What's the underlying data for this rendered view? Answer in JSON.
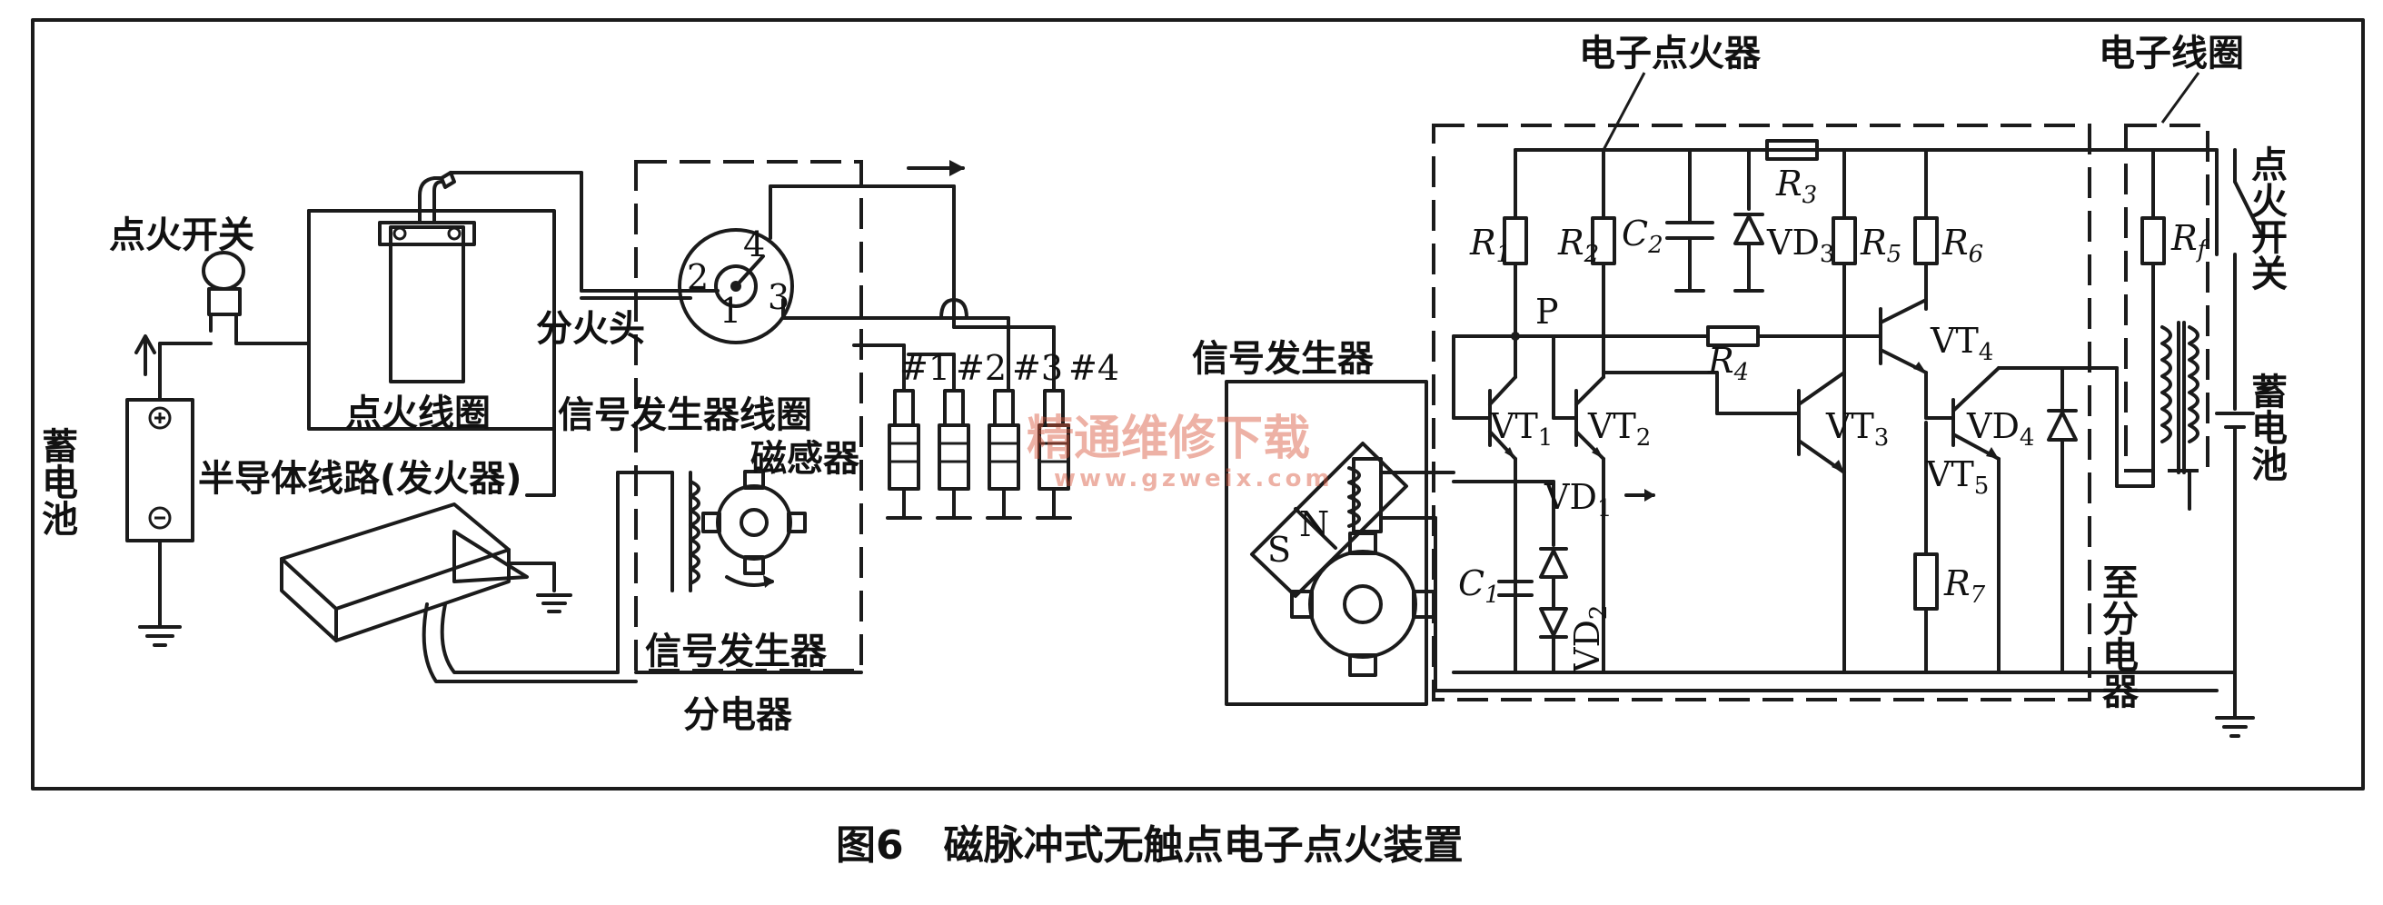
{
  "figure": {
    "caption": "图6　磁脉冲式无触点电子点火装置"
  },
  "left_system": {
    "ignition_switch": "点火开关",
    "ignition_coil": "点火线圈",
    "distributor_cap": "分火头",
    "cap_numbers": [
      "1",
      "2",
      "3",
      "4"
    ],
    "battery": "蓄电池",
    "semiconductor_circuit": "半导体线路(发火器)",
    "signal_coil": "信号发生器线圈",
    "magnetic_sensor": "磁感器",
    "signal_generator": "信号发生器",
    "distributor": "分电器",
    "spark_plugs": [
      "#1",
      "#2",
      "#3",
      "#4"
    ]
  },
  "right_circuit": {
    "electronic_igniter": "电子点火器",
    "electronic_coil": "电子线圈",
    "ignition_switch": "点火开关",
    "battery": "蓄电池",
    "signal_generator": "信号发生器",
    "to_distributor": "至分电器",
    "node_p": "P",
    "magnet_s": "S",
    "magnet_n": "N",
    "components": {
      "R1": {
        "base": "R",
        "sub": "1"
      },
      "R2": {
        "base": "R",
        "sub": "2"
      },
      "R3": {
        "base": "R",
        "sub": "3"
      },
      "R4": {
        "base": "R",
        "sub": "4"
      },
      "R5": {
        "base": "R",
        "sub": "5"
      },
      "R6": {
        "base": "R",
        "sub": "6"
      },
      "R7": {
        "base": "R",
        "sub": "7"
      },
      "Rf": {
        "base": "R",
        "sub": "f"
      },
      "C1": {
        "base": "C",
        "sub": "1"
      },
      "C2": {
        "base": "C",
        "sub": "2"
      },
      "VD1": {
        "base": "VD",
        "sub": "1"
      },
      "VD2": {
        "base": "VD",
        "sub": "2"
      },
      "VD3": {
        "base": "VD",
        "sub": "3"
      },
      "VD4": {
        "base": "VD",
        "sub": "4"
      },
      "VT1": {
        "base": "VT",
        "sub": "1"
      },
      "VT2": {
        "base": "VT",
        "sub": "2"
      },
      "VT3": {
        "base": "VT",
        "sub": "3"
      },
      "VT4": {
        "base": "VT",
        "sub": "4"
      },
      "VT5": {
        "base": "VT",
        "sub": "5"
      }
    }
  },
  "watermark": {
    "text": "精通维修下载",
    "url": "www.gzweix.com"
  }
}
